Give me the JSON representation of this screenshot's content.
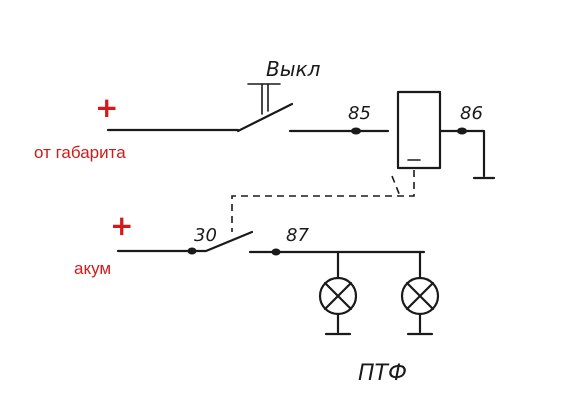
{
  "labels": {
    "switch": "Выкл",
    "pin85": "85",
    "pin86": "86",
    "pin30": "30",
    "pin87": "87",
    "lamps": "ПТФ"
  },
  "sources": {
    "top_plus": "+",
    "top_source": "от габарита",
    "bottom_plus": "+",
    "bottom_source": "акум"
  },
  "colors": {
    "ink": "#1a1a1a",
    "accent": "#d11a1a"
  }
}
